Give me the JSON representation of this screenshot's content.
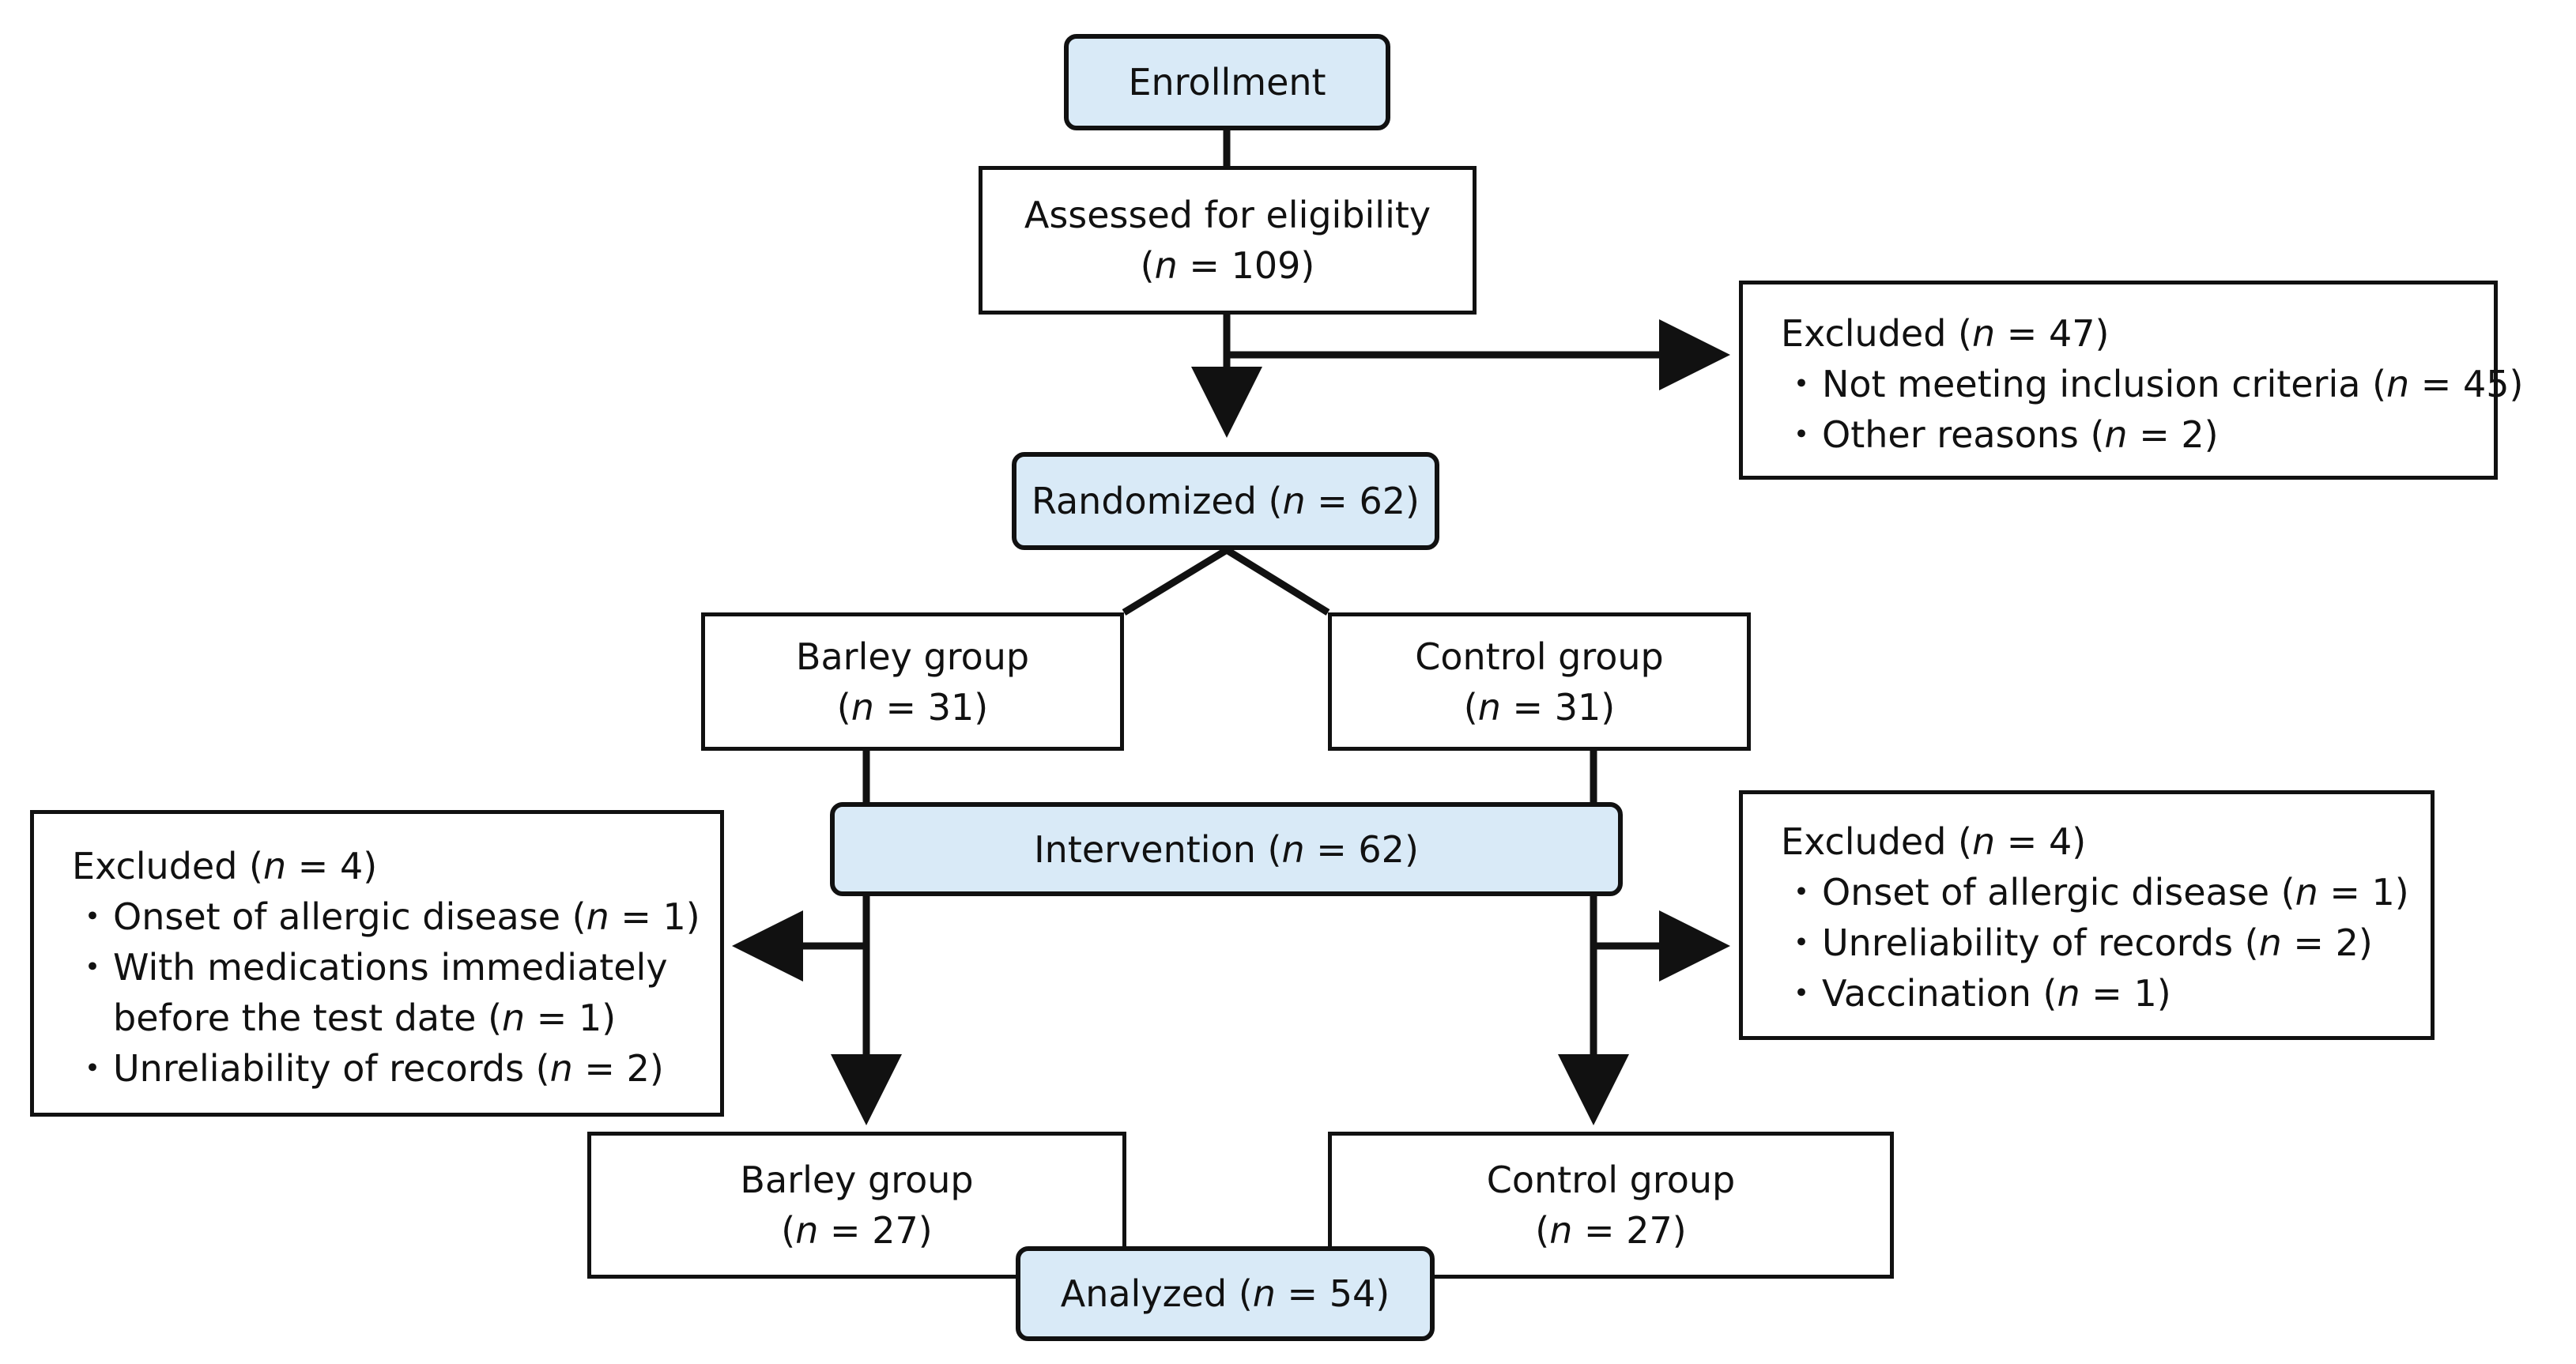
{
  "stages": {
    "enrollment": "Enrollment",
    "randomized": "Randomized (",
    "intervention": "Intervention (",
    "analyzed": "Analyzed ("
  },
  "n_var": "n",
  "assessed": {
    "label": "Assessed for eligibility",
    "n": "109"
  },
  "excluded_top": {
    "head": "Excluded (",
    "n": "47",
    "items": [
      {
        "text": "Not meeting inclusion criteria (",
        "n": "45"
      },
      {
        "text": "Other reasons (",
        "n": "2"
      }
    ]
  },
  "randomized_n": "62",
  "alloc": {
    "barley": {
      "label": "Barley group",
      "n": "31"
    },
    "control": {
      "label": "Control group",
      "n": "31"
    }
  },
  "intervention_n": "62",
  "excluded_left": {
    "head": "Excluded (",
    "n": "4",
    "items": [
      {
        "text": "Onset of allergic disease (",
        "n": "1"
      },
      {
        "text": "With medications immediately",
        "cont": "before the test date (",
        "n": "1"
      },
      {
        "text": "Unreliability of records (",
        "n": "2"
      }
    ]
  },
  "excluded_right": {
    "head": "Excluded (",
    "n": "4",
    "items": [
      {
        "text": "Onset of allergic disease (",
        "n": "1"
      },
      {
        "text": "Unreliability of records (",
        "n": "2"
      },
      {
        "text": "Vaccination (",
        "n": "1"
      }
    ]
  },
  "analysis": {
    "barley": {
      "label": "Barley group",
      "n": "27"
    },
    "control": {
      "label": "Control group",
      "n": "27"
    }
  },
  "analyzed_n": "54",
  "bullet": "・",
  "eq": " = ",
  "close": ")",
  "open": "("
}
